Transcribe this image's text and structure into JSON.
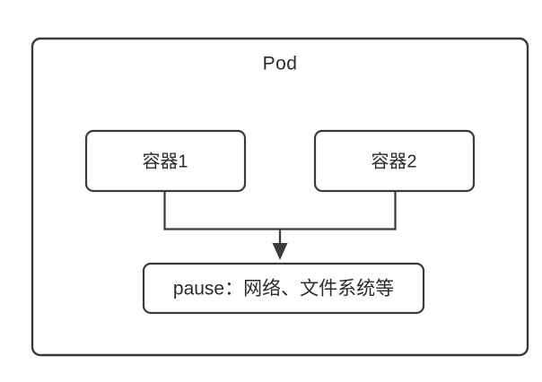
{
  "diagram": {
    "title": "Pod",
    "background_color": "#ffffff",
    "stroke_color": "#3a3a3a",
    "text_color": "#2b2b2b",
    "outer": {
      "label": "Pod"
    },
    "containers": [
      {
        "label": "容器1"
      },
      {
        "label": "容器2"
      }
    ],
    "pause": {
      "label": "pause：网络、文件系统等"
    },
    "connector": {
      "arrow_direction": "down"
    }
  }
}
